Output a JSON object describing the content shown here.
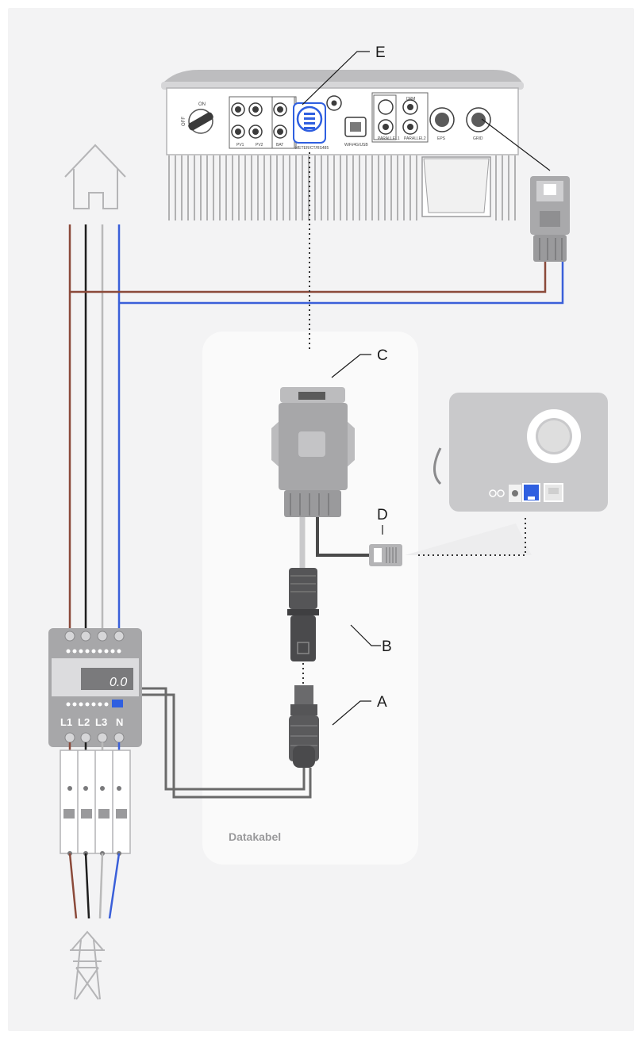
{
  "labels": {
    "a": "A",
    "b": "B",
    "c": "C",
    "d": "D",
    "e": "E"
  },
  "panel_caption": "Datakabel",
  "meter": {
    "terminals": [
      "L1",
      "L2",
      "L3",
      "N"
    ],
    "display_value": "0.0"
  },
  "inverter_ports": {
    "switch_on": "ON",
    "switch_off": "OFF",
    "pv1": "PV1",
    "pv2": "PV2",
    "bat": "BAT",
    "meter_port": "METER/CT/RS485",
    "wifi": "WiFi/4G/USB",
    "drm": "DRM",
    "parallel_1": "PARALLEL1",
    "parallel_2": "PARALLEL2",
    "eps": "EPS",
    "grid": "GRID"
  },
  "colors": {
    "wire_l1": "#8b4a3a",
    "wire_l2": "#1e1e1e",
    "wire_l3": "#b9b9b9",
    "wire_n": "#3a5fd9",
    "device_gray": "#a7a7a9",
    "panel_bg": "#fafafa"
  }
}
